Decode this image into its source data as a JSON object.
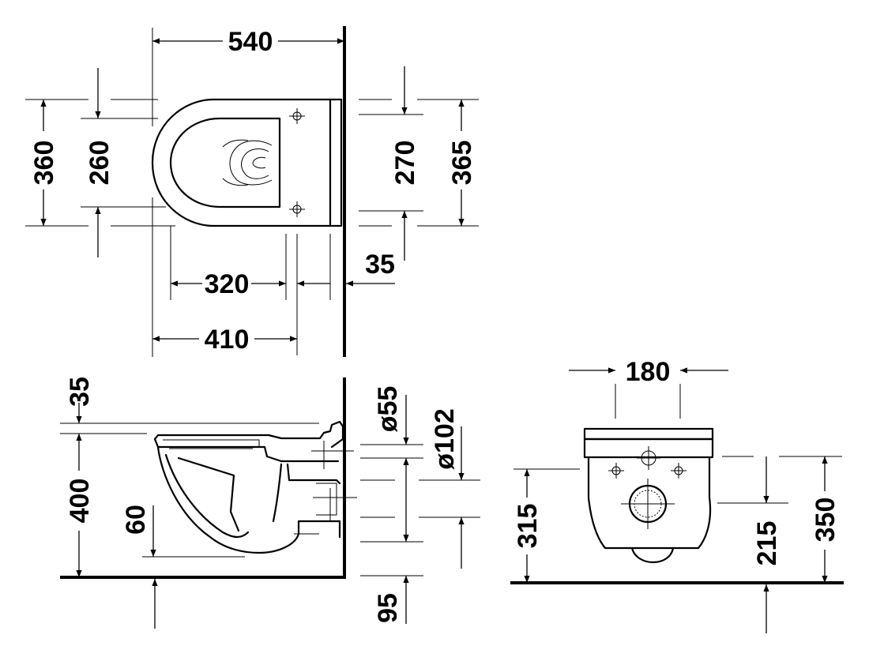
{
  "drawing": {
    "line_color": "#000000",
    "background": "#ffffff",
    "top_view": {
      "width_total": "540",
      "seat_width": "360",
      "bowl_opening_width": "260",
      "fixing_hole_spacing": "270",
      "wall_plate_width": "365",
      "fixing_to_front": "320",
      "wall_gap": "35",
      "outlet_to_front": "410"
    },
    "side_view": {
      "seat_thickness": "35",
      "rim_height": "400",
      "water_level": "60",
      "inlet_diameter": "ø55",
      "outlet_diameter": "ø102",
      "outlet_height": "95"
    },
    "front_view": {
      "inlet_spacing": "180",
      "outlet_center_height": "215",
      "lower_fixing_height": "315",
      "upper_fixing_height": "350"
    }
  }
}
